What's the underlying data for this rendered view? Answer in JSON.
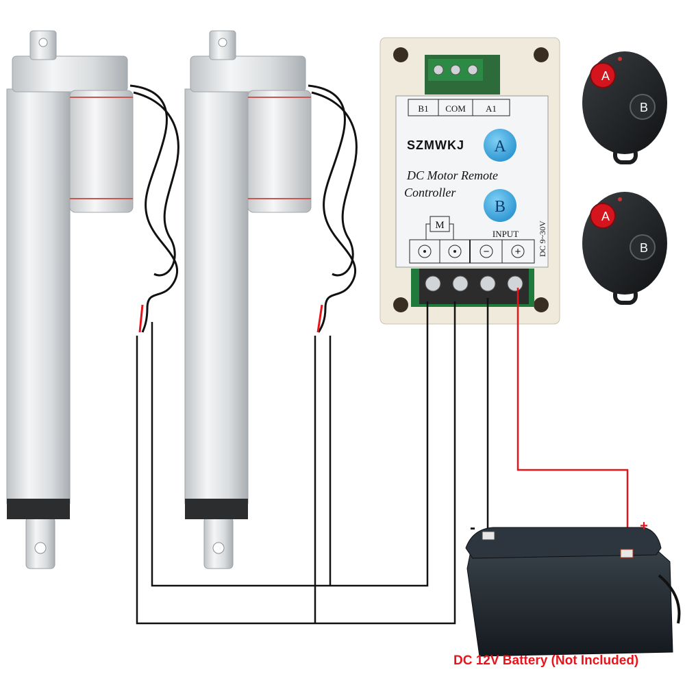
{
  "controller": {
    "brand": "SZMWKJ",
    "title_line1": "DC Motor Remote",
    "title_line2": "Controller",
    "button_a": "A",
    "button_b": "B",
    "motor_symbol": "M",
    "input_label": "INPUT",
    "voltage_label": "DC 9~30V",
    "top_terminals": [
      "B1",
      "COM",
      "A1"
    ],
    "minus_symbol": "−",
    "plus_symbol": "+"
  },
  "remotes": [
    {
      "button_a": "A",
      "button_b": "B"
    },
    {
      "button_a": "A",
      "button_b": "B"
    }
  ],
  "battery": {
    "minus_label": "-",
    "plus_label": "+",
    "caption": "DC 12V Battery (Not Included)"
  },
  "colors": {
    "wire_black": "#111111",
    "wire_red": "#e8141b",
    "button_blue": "#3aa6e0",
    "remote_red": "#d4151d",
    "housing": "#efeadb",
    "battery": "#1c232a"
  }
}
